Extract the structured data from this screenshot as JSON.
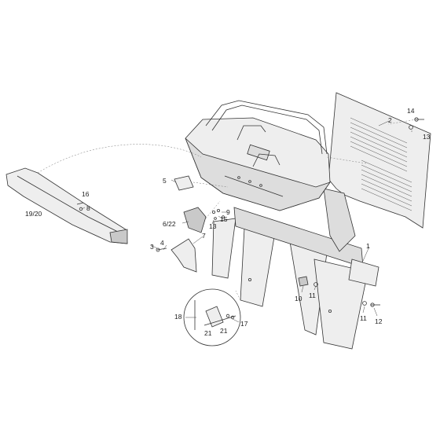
{
  "callouts": {
    "c1": "1",
    "c2": "2",
    "c3": "3",
    "c4": "4",
    "c5": "5",
    "c6_22": "6/22",
    "c7": "7",
    "c8": "8",
    "c9": "9",
    "c10": "10",
    "c11a": "11",
    "c11b": "11",
    "c12": "12",
    "c13a": "13",
    "c13b": "13",
    "c14": "14",
    "c15": "15",
    "c16": "16",
    "c17": "17",
    "c18": "18",
    "c19_20": "19/20",
    "c21a": "21",
    "c21b": "21"
  },
  "colors": {
    "line": "#333333",
    "fill": "#eeeeee",
    "text": "#222222"
  }
}
